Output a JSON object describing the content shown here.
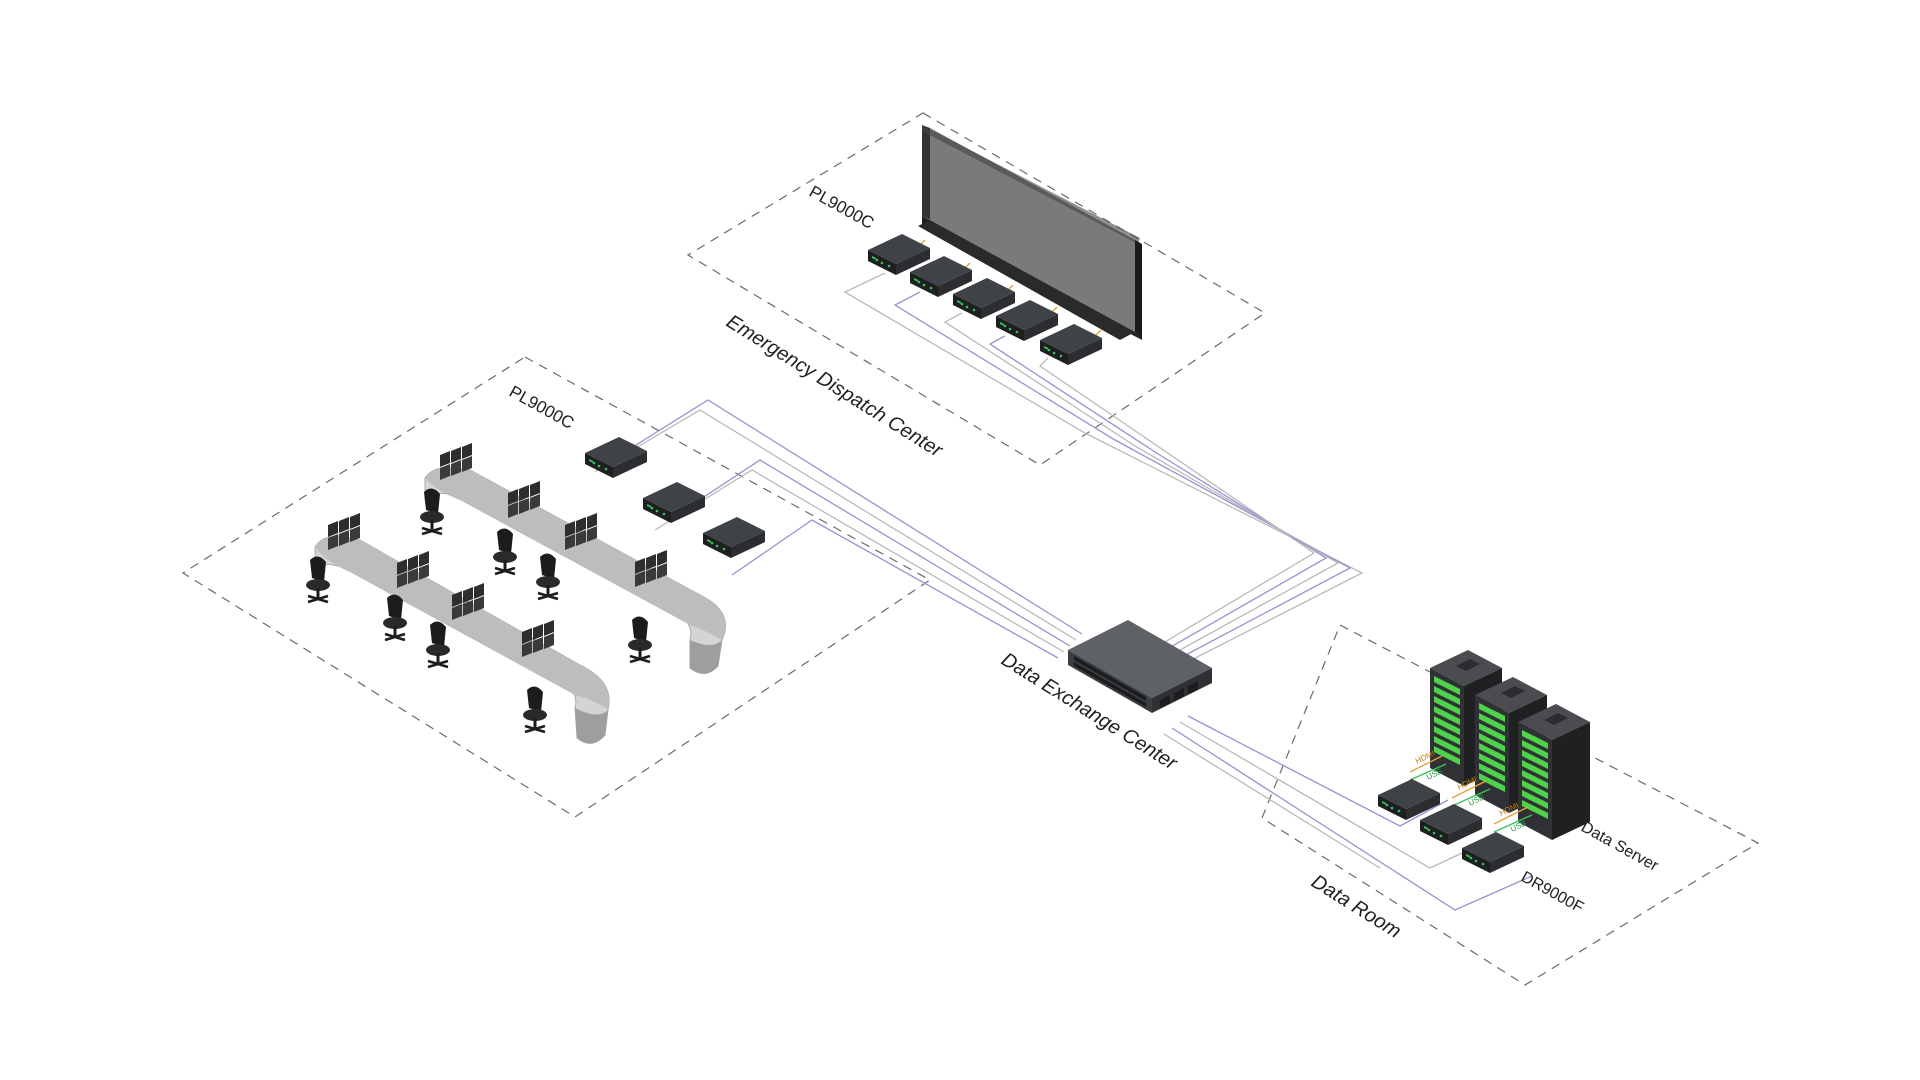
{
  "labels": {
    "dispatch_zone": "Emergency Dispatch Center",
    "dispatch_device": "PL9000C",
    "console_device": "PL9000C",
    "exchange": "Data Exchange Center",
    "data_room": "Data Room",
    "data_server": "Data Server",
    "dr_device": "DR9000F",
    "hdmi": "HDMI",
    "usb": "USB"
  },
  "colors": {
    "zone_border": "#6a6a6a",
    "wire_primary": "#9b8fd0",
    "wire_secondary": "#b9b9b9",
    "hdmi_wire": "#e6a23c",
    "usb_wire": "#39c15a",
    "server_led": "#4fd34a",
    "switch_body": "#5e6266",
    "wall_screen": "#7a7a7a",
    "console_desk": "#d4d4d4"
  },
  "icons": {
    "extender": "kvm-extender-icon",
    "switch": "network-switch-icon",
    "server": "server-rack-icon",
    "video_wall": "video-wall-icon",
    "console": "operator-console-icon",
    "chair": "office-chair-icon"
  }
}
